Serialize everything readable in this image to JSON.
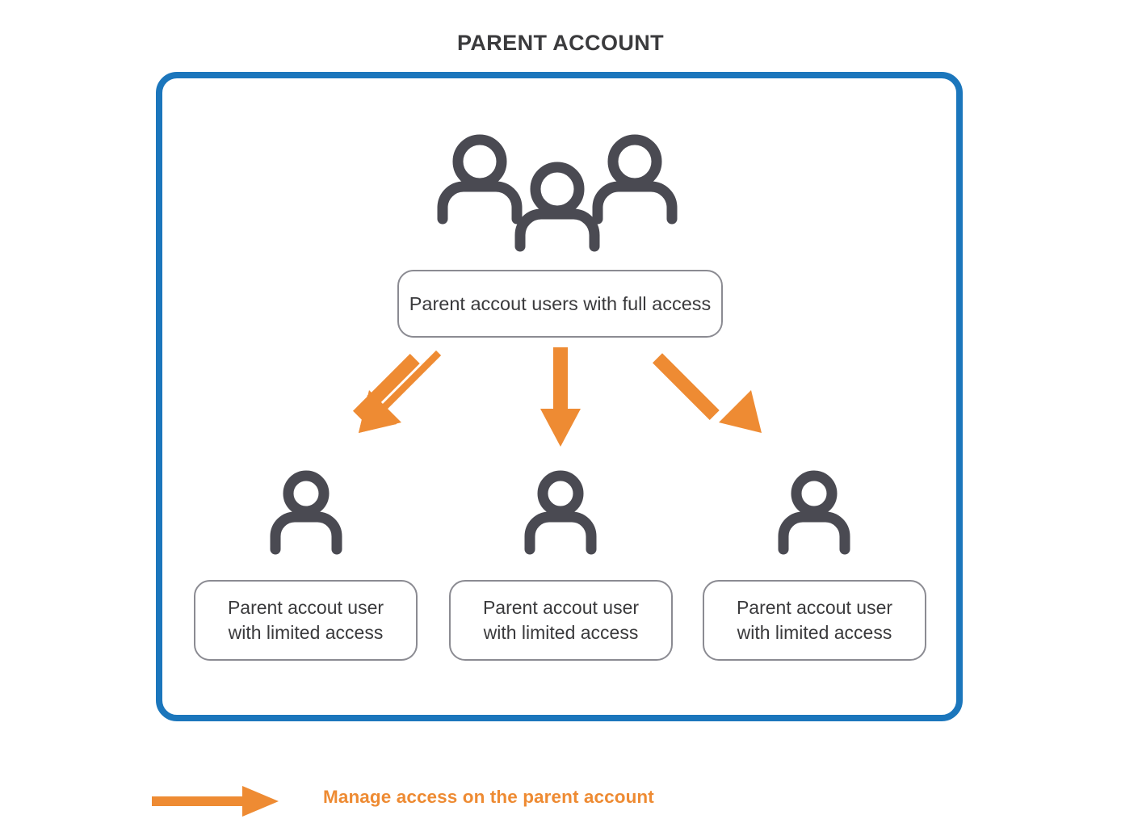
{
  "diagram": {
    "title": "PARENT ACCOUNT",
    "colors": {
      "frame_blue": "#1b76bc",
      "arrow_orange": "#ee8b33",
      "icon_gray": "#4a4a52",
      "pill_border": "#8b8b92",
      "title_text": "#3b3b3d",
      "body_text": "#3a3a3c"
    },
    "parent_group": {
      "icon": "three-people-icon",
      "icon_count": 3,
      "label": "Parent accout users with full access"
    },
    "children": [
      {
        "icon": "person-icon",
        "label_line1": "Parent accout user",
        "label_line2": "with limited access"
      },
      {
        "icon": "person-icon",
        "label_line1": "Parent accout user",
        "label_line2": "with limited access"
      },
      {
        "icon": "person-icon",
        "label_line1": "Parent accout user",
        "label_line2": "with limited access"
      }
    ],
    "connections": [
      {
        "icon": "arrow-down-left-icon",
        "direction": "down-left"
      },
      {
        "icon": "arrow-down-icon",
        "direction": "down"
      },
      {
        "icon": "arrow-down-right-icon",
        "direction": "down-right"
      }
    ],
    "legend": {
      "icon": "arrow-right-icon",
      "label": "Manage access on the parent account"
    }
  }
}
